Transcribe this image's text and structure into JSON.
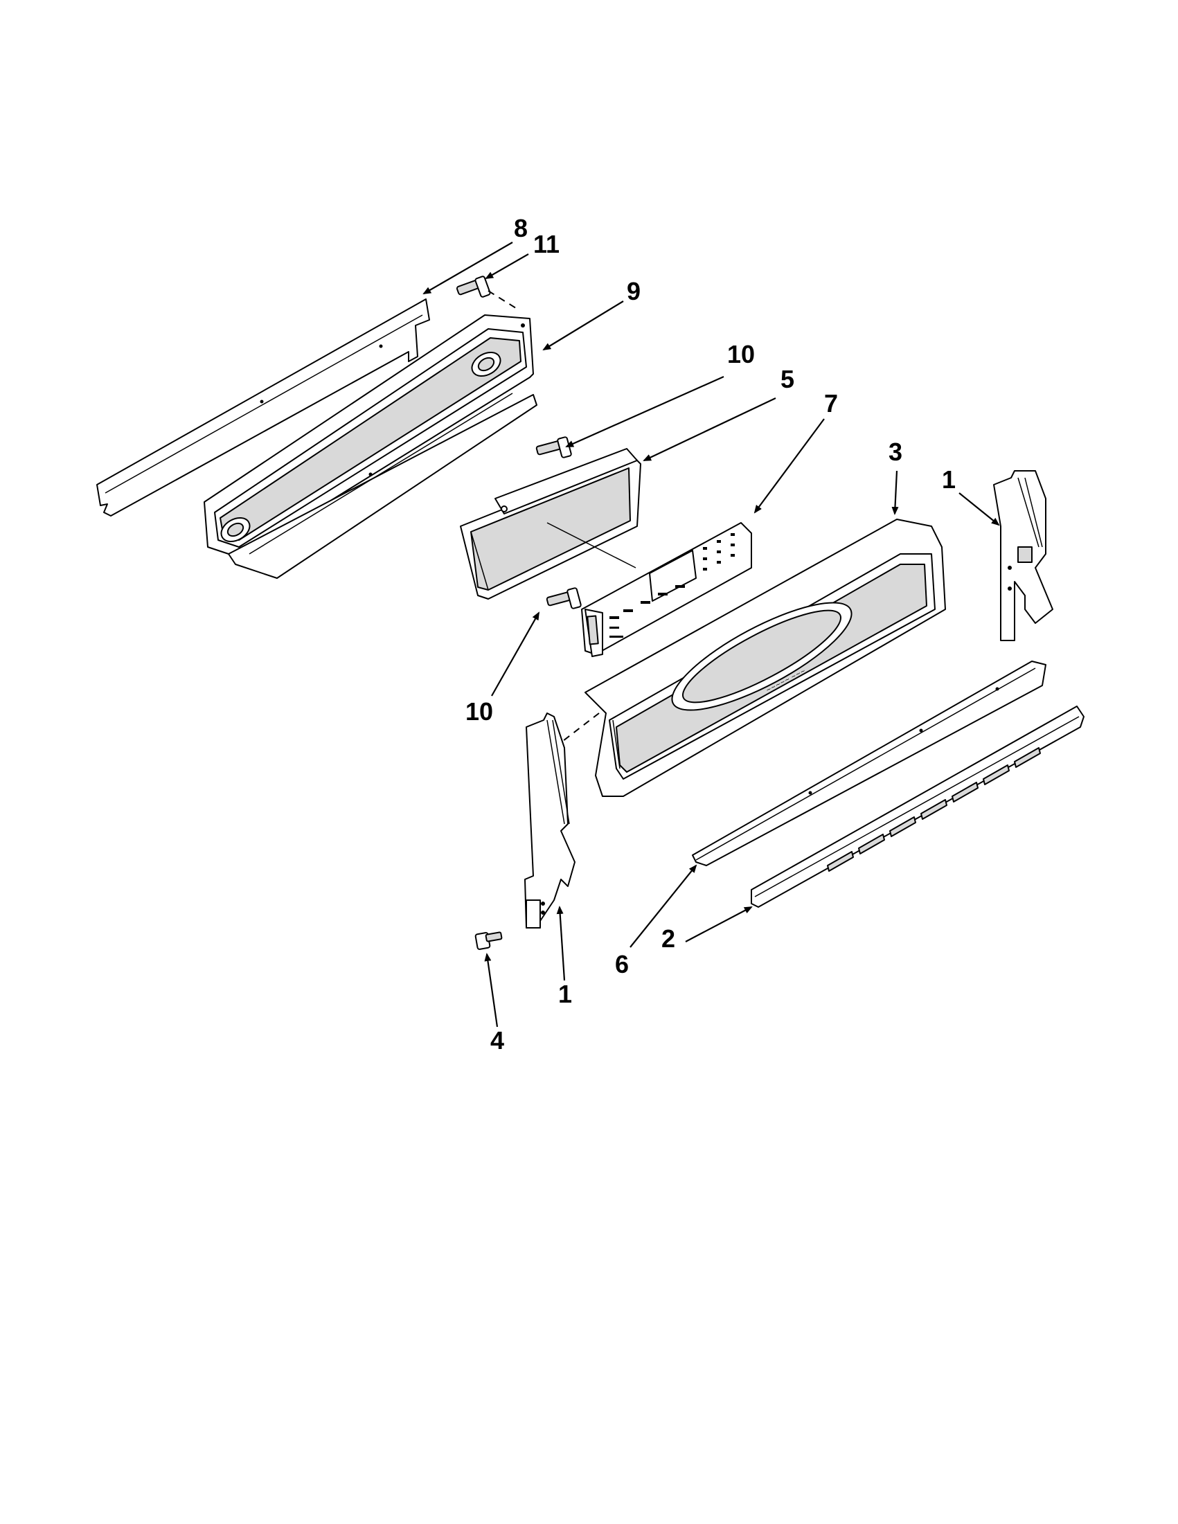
{
  "callouts": [
    {
      "id": "c8",
      "text": "8"
    },
    {
      "id": "c11",
      "text": "11"
    },
    {
      "id": "c9",
      "text": "9"
    },
    {
      "id": "c10a",
      "text": "10"
    },
    {
      "id": "c5",
      "text": "5"
    },
    {
      "id": "c7",
      "text": "7"
    },
    {
      "id": "c3",
      "text": "3"
    },
    {
      "id": "c1a",
      "text": "1"
    },
    {
      "id": "c10b",
      "text": "10"
    },
    {
      "id": "c6",
      "text": "6"
    },
    {
      "id": "c2",
      "text": "2"
    },
    {
      "id": "c1b",
      "text": "1"
    },
    {
      "id": "c4",
      "text": "4"
    }
  ],
  "colors": {
    "line": "#000000",
    "background": "#ffffff",
    "shade": "#d9d9d9"
  }
}
